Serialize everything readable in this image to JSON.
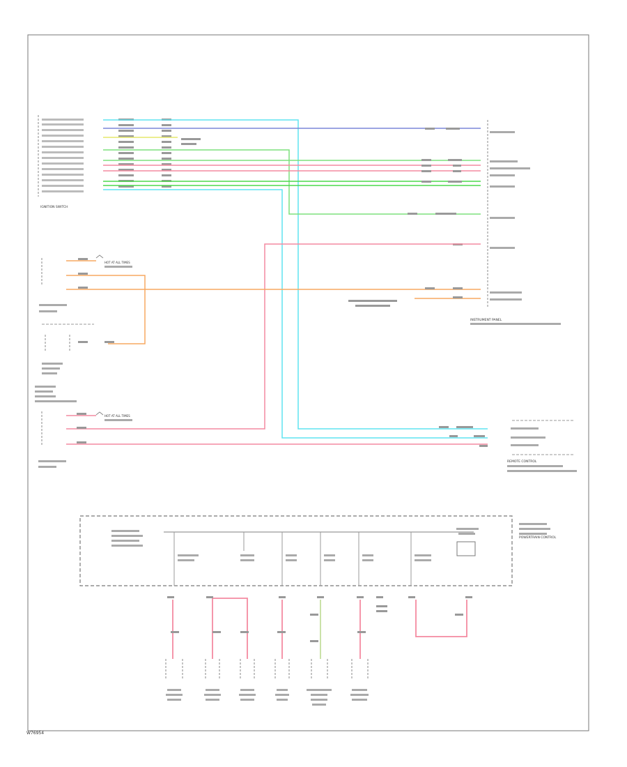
{
  "diagram": {
    "footer_code": "W76954",
    "module_names": {
      "ignition_switch": "IGNITION SWITCH",
      "hot_at_all_times_1": "HOT AT ALL TIMES",
      "hot_at_all_times_2": "HOT AT ALL TIMES",
      "instrument_panel": "INSTRUMENT PANEL",
      "remote_control": "REMOTE CONTROL",
      "powertrain_control": "POWERTRAIN CONTROL"
    }
  }
}
